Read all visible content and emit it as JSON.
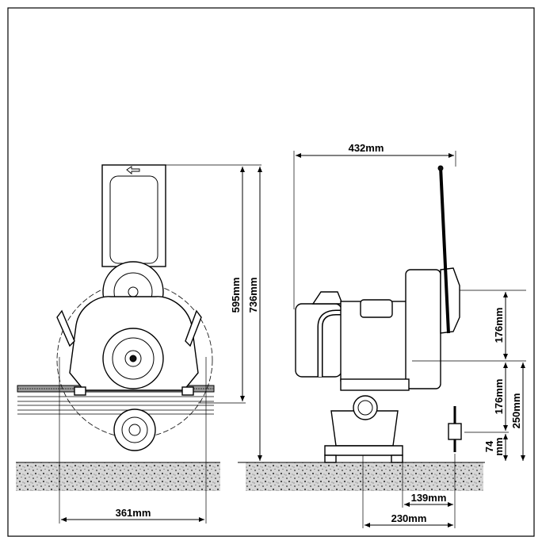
{
  "dimensions": {
    "front_height_upper": "595mm",
    "front_height_total": "736mm",
    "front_width": "361mm",
    "side_width_top": "432mm",
    "side_height_blade": "176mm",
    "side_height_lower": "176mm",
    "side_height_rail": "250mm",
    "side_base_line1": "74",
    "side_base_line2": "mm",
    "side_offset_small": "139mm",
    "side_offset_large": "230mm"
  },
  "colors": {
    "line": "#000000",
    "background": "#ffffff",
    "ground": "#cfcfcf"
  },
  "icons": {
    "direction_arrow": "arrow-left-icon"
  }
}
